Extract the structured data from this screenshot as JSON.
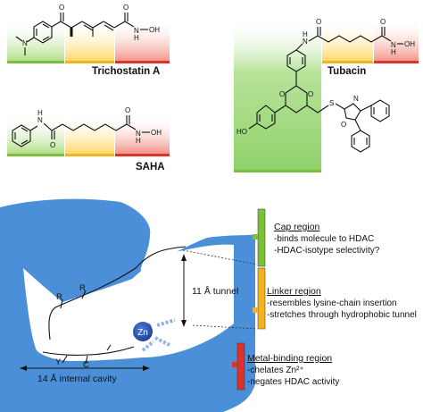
{
  "compounds": {
    "tsa": "Trichostatin A",
    "saha": "SAHA",
    "tubacin": "Tubacin"
  },
  "atoms": {
    "n": "N",
    "h": "H",
    "o": "O",
    "oh": "OH",
    "ho": "HO",
    "s": "S"
  },
  "regions": {
    "cap": {
      "title": "Cap region",
      "lines": [
        "-binds molecule to HDAC",
        "-HDAC-isotype selectivity?"
      ],
      "color": "#7cbf3a"
    },
    "linker": {
      "title": "Linker region",
      "lines": [
        "-resembles lysine-chain insertion",
        "-stretches through hydrophobic tunnel"
      ],
      "color": "#f5b21f"
    },
    "metal": {
      "title": "Metal-binding region",
      "lines": [
        "-chelates Zn²⁺",
        "-negates HDAC activity"
      ],
      "color": "#e0302a"
    }
  },
  "enzyme": {
    "zinc": "Zn",
    "tunnel": "11 Å tunnel",
    "cavity": "14 Å internal cavity",
    "residues": [
      "R",
      "R",
      "Y",
      "C"
    ],
    "color": "#4a8fd8"
  }
}
